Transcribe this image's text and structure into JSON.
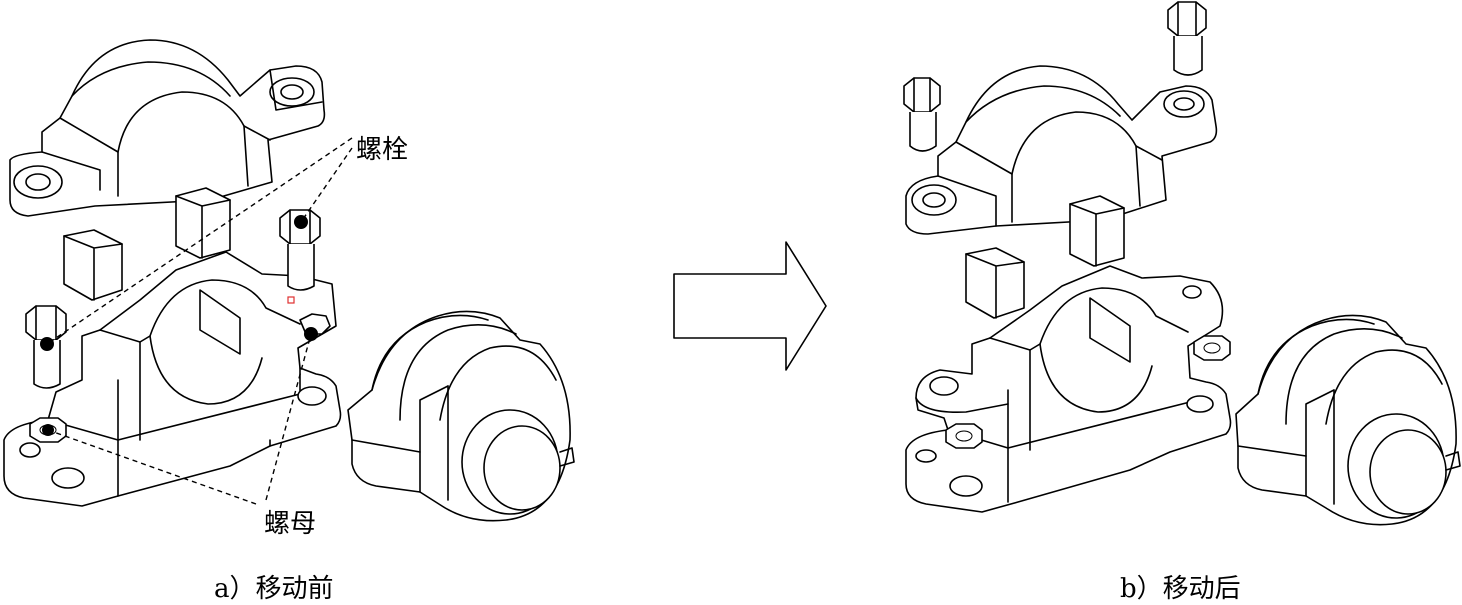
{
  "labels": {
    "bolt": "螺栓",
    "nut": "螺母"
  },
  "captions": {
    "before": "a）移动前",
    "after": "b）移动后"
  }
}
